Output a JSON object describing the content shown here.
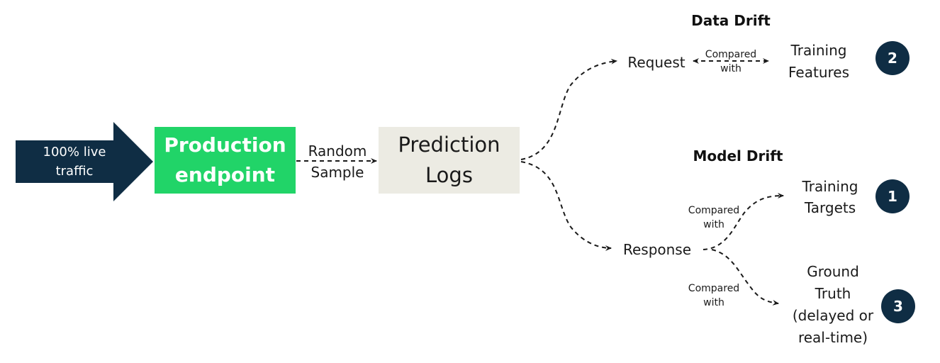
{
  "source": {
    "label": "100% live traffic",
    "line1": "100% live",
    "line2": "traffic"
  },
  "production": {
    "line1": "Production",
    "line2": "endpoint"
  },
  "sampling": {
    "line1": "Random",
    "line2": "Sample"
  },
  "logs": {
    "line1": "Prediction",
    "line2": "Logs"
  },
  "data_drift": {
    "title": "Data Drift",
    "request": "Request",
    "compared_line1": "Compared",
    "compared_line2": "with",
    "target_line1": "Training",
    "target_line2": "Features",
    "badge": "2"
  },
  "model_drift": {
    "title": "Model Drift",
    "response": "Response",
    "upper_compared_line1": "Compared",
    "upper_compared_line2": "with",
    "upper_target_line1": "Training",
    "upper_target_line2": "Targets",
    "upper_badge": "1",
    "lower_compared_line1": "Compared",
    "lower_compared_line2": "with",
    "lower_target_line1": "Ground",
    "lower_target_line2": "Truth",
    "lower_target_line3": "(delayed or",
    "lower_target_line4": "real-time)",
    "lower_badge": "3"
  },
  "colors": {
    "navy": "#0f2d44",
    "green": "#21d468",
    "beige": "#ecebe3",
    "connector": "#1a1a1a"
  }
}
